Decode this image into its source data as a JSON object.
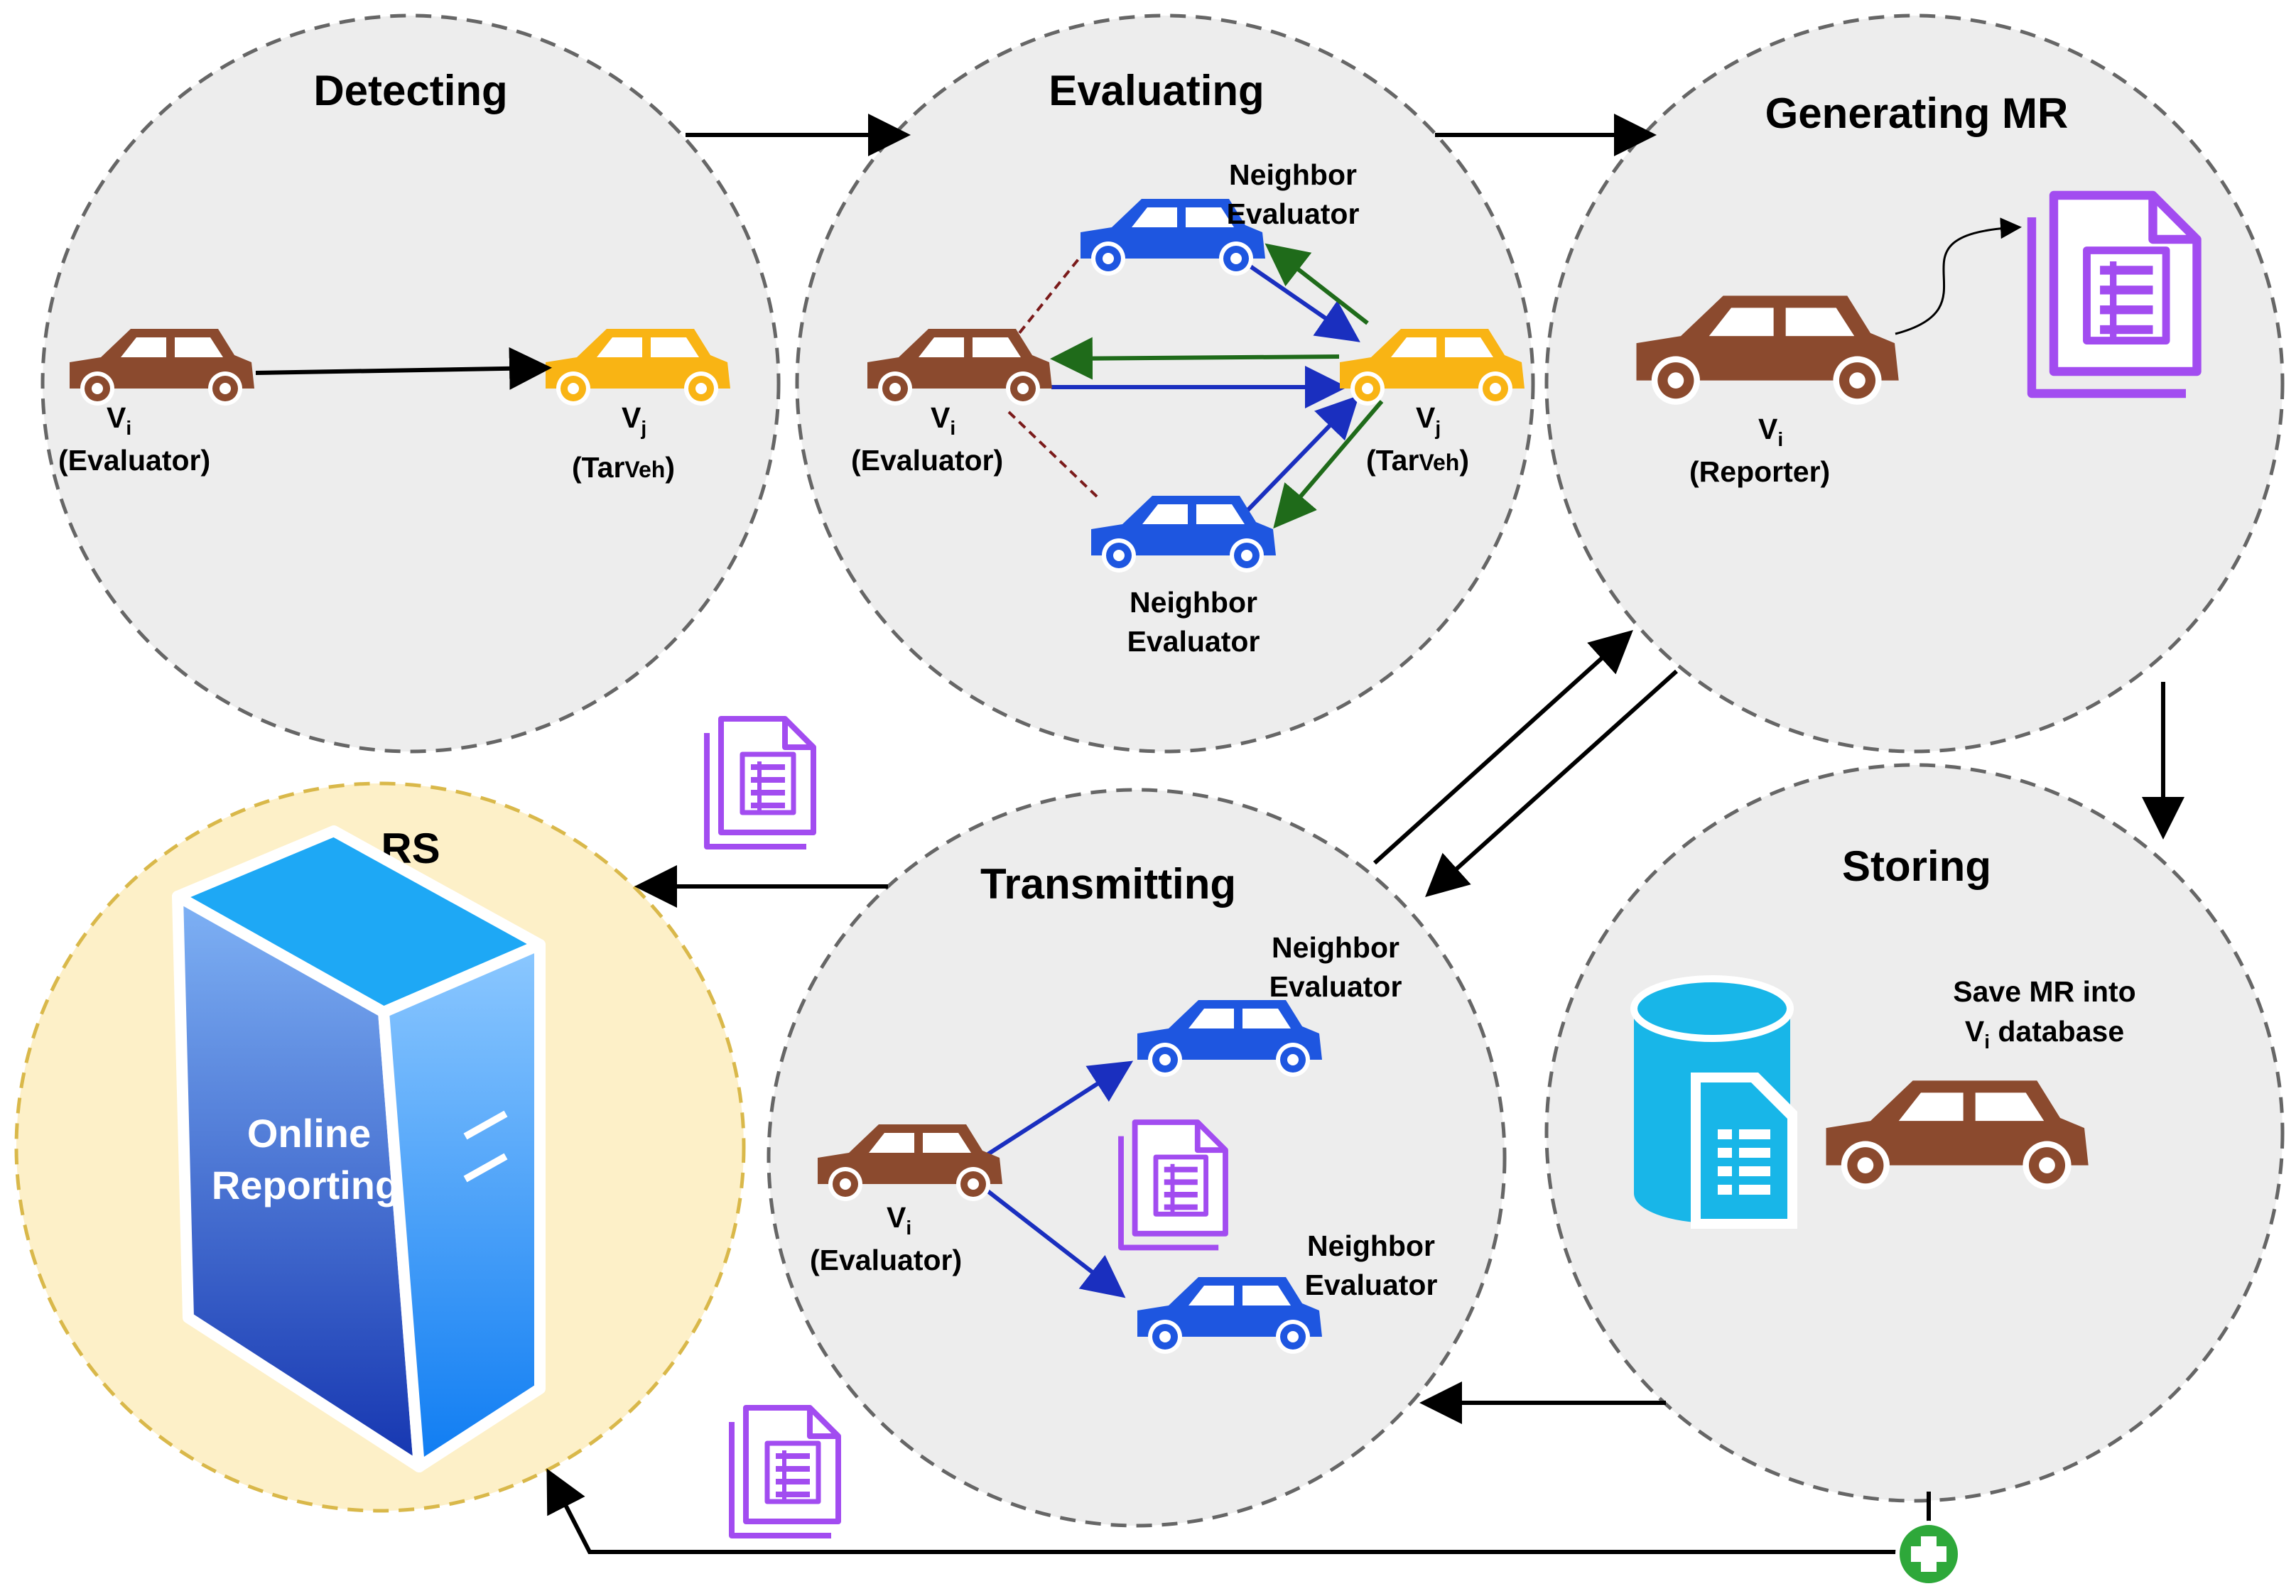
{
  "stages": {
    "detecting": {
      "title": "Detecting"
    },
    "evaluating": {
      "title": "Evaluating"
    },
    "generating": {
      "title": "Generating MR"
    },
    "transmitting": {
      "title": "Transmitting"
    },
    "storing": {
      "title": "Storing"
    },
    "rs": {
      "title": "RS"
    }
  },
  "labels": {
    "vi": "V",
    "vj": "V",
    "sub_i": "i",
    "sub_j": "j",
    "evaluator": "(Evaluator)",
    "reporter": "(Reporter)",
    "tarveh_open": "(Tar",
    "tarveh_small": "Veh",
    "tarveh_close": ")",
    "neighbor": "Neighbor",
    "evaluator_word": "Evaluator",
    "save_line1": "Save MR into",
    "save_line2_rest": " database",
    "online": "Online",
    "reporting": "Reporting"
  },
  "colors": {
    "brown_car": "#8B4A2E",
    "yellow_car": "#F9B414",
    "blue_car": "#1E56E0",
    "doc_purple": "#A24CF0",
    "db_cyan": "#18B6E8",
    "circle_fill": "#EDEDED",
    "rs_fill": "#FDF0C8",
    "plus_green": "#2EA83A"
  }
}
